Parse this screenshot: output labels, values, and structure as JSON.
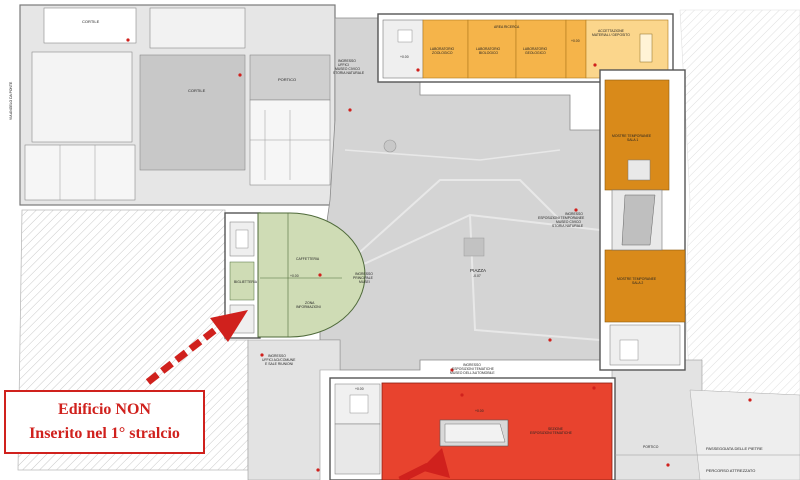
{
  "plan": {
    "labels": {
      "cortile_top": "CORTILE",
      "cortile_left": "CORTILE",
      "portico_top": "PORTICO",
      "ingresso_uffici_top": "INGRESSO",
      "ingresso_uffici_l2": "UFFICI",
      "ingresso_uffici_l3": "MUSEO CIVICO",
      "ingresso_uffici_l4": "STORIA NATURALE",
      "area_ricerca": "AREA RICERCA",
      "lab_zoo_l1": "LABORATORIO",
      "lab_zoo_l2": "ZOOLOGICO",
      "lab_bio_l1": "LABORATORIO",
      "lab_bio_l2": "BIOLOGICO",
      "lab_geo_l1": "LABORATORIO",
      "lab_geo_l2": "GEOLOGICO",
      "accettazione_l1": "ACCETTAZIONE",
      "accettazione_l2": "MATERIALI / DEPOSITO",
      "mostre1_l1": "MOSTRE TEMPORANEE",
      "mostre1_l2": "SALA 1",
      "mostre2_l1": "MOSTRE TEMPORANEE",
      "mostre2_l2": "SALA 2",
      "ingresso_esp_l1": "INGRESSO",
      "ingresso_esp_l2": "ESPOSIZIONI TEMPORANEE",
      "ingresso_esp_l3": "MUSEO CIVICO",
      "ingresso_esp_l4": "STORIA NATURALE",
      "caffetteria": "CAFFETTERIA",
      "biglietteria": "BIGLIETTERIA",
      "zona_info_l1": "ZONA",
      "zona_info_l2": "INFORMAZIONI",
      "ingresso_princ_l1": "INGRESSO",
      "ingresso_princ_l2": "PRINCIPALE",
      "ingresso_princ_l3": "MUSEI",
      "piazza": "PIAZZA",
      "ingresso_auto_l1": "INGRESSO",
      "ingresso_auto_l2": "ESPOSIZIONI TEMATICHE",
      "ingresso_auto_l3": "MUSEO DELL'AUTOMOBILE",
      "ingresso_uffici_bot_l1": "INGRESSO",
      "ingresso_uffici_bot_l2": "UFFICI ACI/COMUNE",
      "ingresso_uffici_bot_l3": "E SALE RIUNIONI",
      "sezione_l1": "SEZIONE",
      "sezione_l2": "ESPOSIZIONI TEMATICHE",
      "portico_bot": "PORTICO",
      "passeggiata": "PASSEGGIATA DELLE PIETRE",
      "percorso": "PERCORSO ATTREZZATO",
      "via": "VIA ANGELO DA PONTE",
      "lev_ricerca": "+0.00",
      "lev_uffici": "+0.00",
      "lev_caff": "+0.00",
      "lev_piazza": "-0.07",
      "lev_auto": "+0.00",
      "lev_sezione": "+0.00"
    }
  },
  "callout": {
    "line1": "Edificio NON",
    "line2": "Inserito nel 1° stralcio"
  },
  "colors": {
    "lab": "#f5b44a",
    "accettazione": "#fbd68c",
    "mostre": "#d98a1a",
    "caffetteria": "#cfdcb5",
    "sezione": "#e8432e",
    "piazza": "#d2d2d2",
    "existing": "#bdbdbd",
    "callout": "#d0211d"
  }
}
